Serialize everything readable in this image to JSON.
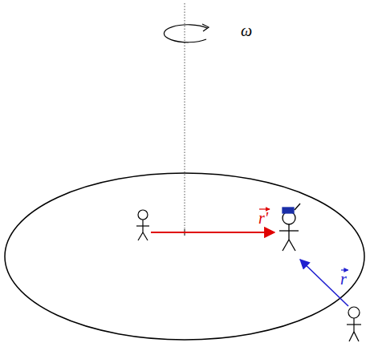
{
  "diagram": {
    "labels": [
      "ω",
      "r'",
      "r"
    ]
  }
}
